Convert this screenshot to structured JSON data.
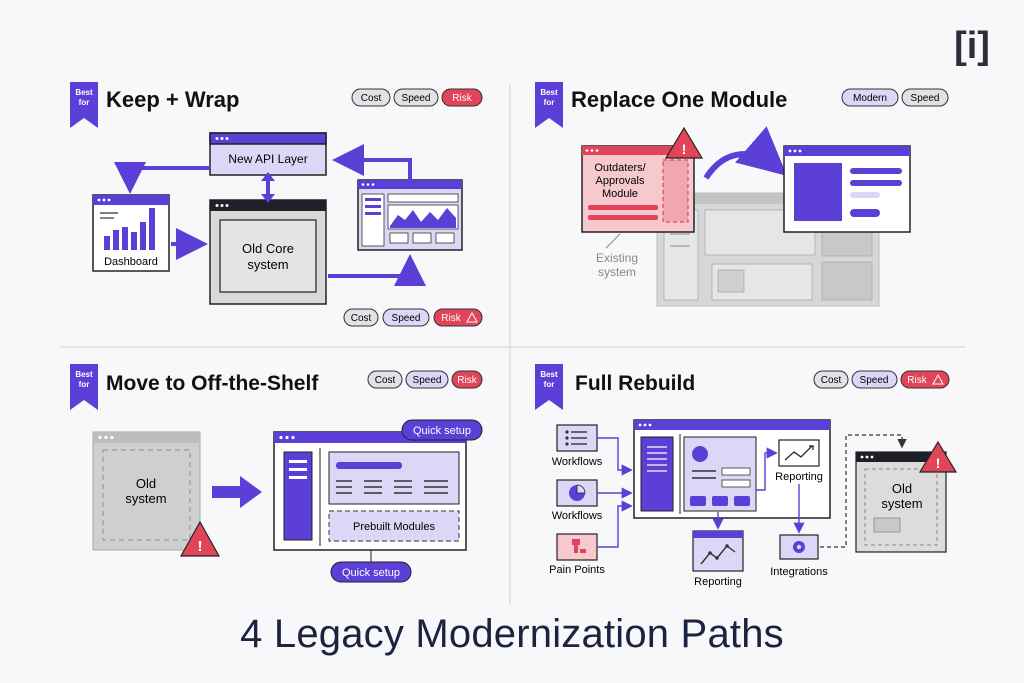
{
  "logo": "[i]",
  "badge": {
    "line1": "Best",
    "line2": "for"
  },
  "footer_title": "4 Legacy Modernization Paths",
  "colors": {
    "accent": "#5b3fd6",
    "light_purple": "#ddd7f7",
    "risk_red": "#e0455a",
    "risk_pink": "#f7c9cf",
    "gray_box": "#d9d9d9",
    "dark_bar": "#1f1f2a"
  },
  "q1": {
    "title": "Keep + Wrap",
    "tags_top": [
      "Cost",
      "Speed",
      "Risk"
    ],
    "tags_bottom": [
      "Cost",
      "Speed",
      "Risk"
    ],
    "api_layer": "New API Layer",
    "core_line1": "Old Core",
    "core_line2": "system",
    "dashboard": "Dashboard"
  },
  "q2": {
    "title": "Replace One Module",
    "tags": [
      "Modern",
      "Speed"
    ],
    "module_line1": "Outdaters/",
    "module_line2": "Approvals",
    "module_line3": "Module",
    "existing_line1": "Existing",
    "existing_line2": "system"
  },
  "q3": {
    "title": "Move to Off-the-Shelf",
    "tags": [
      "Cost",
      "Speed",
      "Risk"
    ],
    "old_line1": "Old",
    "old_line2": "system",
    "quick_setup_top": "Quick setup",
    "quick_setup_bottom": "Quick setup",
    "prebuilt": "Prebuilt Modules"
  },
  "q4": {
    "title": "Full Rebuild",
    "tags": [
      "Cost",
      "Speed",
      "Risk"
    ],
    "workflows_1": "Workflows",
    "workflows_2": "Workflows",
    "pain_points": "Pain Points",
    "reporting_right": "Reporting",
    "reporting_bottom": "Reporting",
    "integrations": "Integrations",
    "old_line1": "Old",
    "old_line2": "system"
  }
}
